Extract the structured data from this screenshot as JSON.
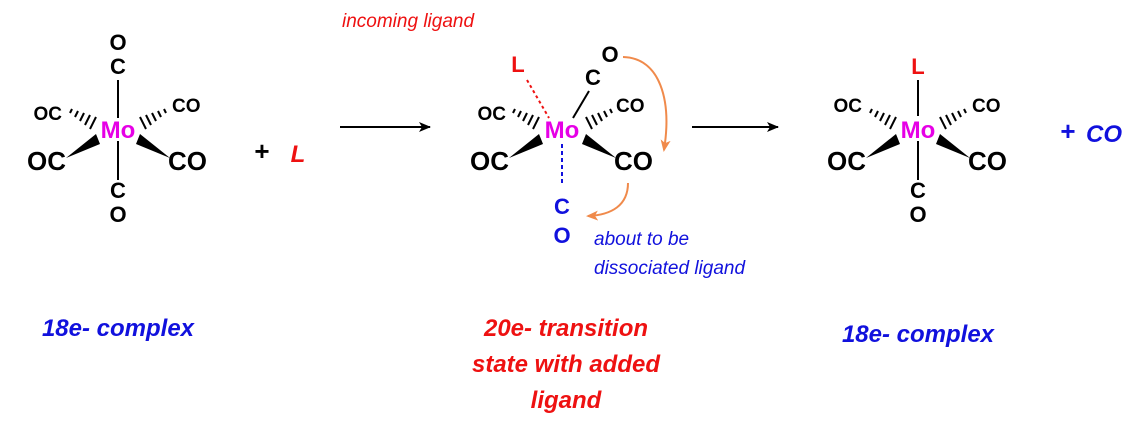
{
  "colors": {
    "black": "#000000",
    "metal": "#e600e6",
    "red": "#ee1111",
    "blue": "#1111dd",
    "arrow_curve": "#f08a4b"
  },
  "reactant": {
    "metal": "Mo",
    "axial_top": [
      "O",
      "C"
    ],
    "axial_bottom": [
      "C",
      "O"
    ],
    "hash_left": "OC",
    "hash_right": "CO",
    "wedge_left": "OC",
    "wedge_right": "CO",
    "caption": "18e- complex"
  },
  "plus_ligand": {
    "plus": "+",
    "ligand": "L"
  },
  "transition_state": {
    "metal": "Mo",
    "incoming_label": "incoming ligand",
    "incoming_ligand": "L",
    "top_co": [
      "O",
      "C"
    ],
    "hash_left": "OC",
    "hash_right": "CO",
    "wedge_left": "OC",
    "wedge_right": "CO",
    "leaving": [
      "C",
      "O"
    ],
    "leaving_label_lines": [
      "about to be",
      "dissociated ligand"
    ],
    "caption_lines": [
      "20e- transition",
      "state with added",
      "ligand"
    ]
  },
  "product": {
    "metal": "Mo",
    "axial_top": "L",
    "axial_bottom": [
      "C",
      "O"
    ],
    "hash_left": "OC",
    "hash_right": "CO",
    "wedge_left": "OC",
    "wedge_right": "CO",
    "caption": "18e- complex"
  },
  "plus_co": {
    "plus": "+",
    "molecule": "CO"
  }
}
